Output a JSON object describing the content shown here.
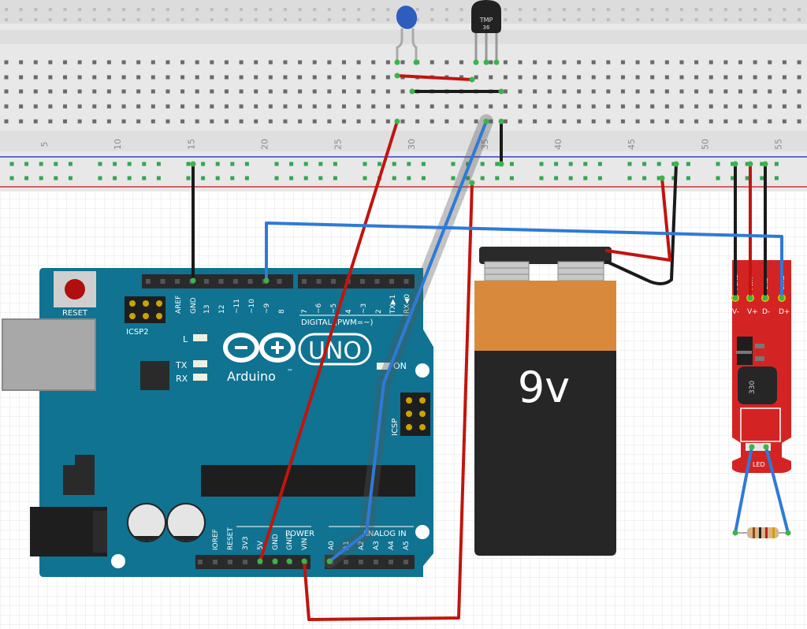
{
  "breadboard": {
    "column_labels": [
      "5",
      "10",
      "15",
      "20",
      "25",
      "30",
      "35",
      "40",
      "45",
      "50",
      "55"
    ]
  },
  "arduino": {
    "brand": "Arduino",
    "model": "UNO",
    "trademark": "™",
    "reset_label": "RESET",
    "icsp2_label": "ICSP2",
    "icsp_label": "ICSP",
    "led_l": "L",
    "led_tx": "TX",
    "led_rx": "RX",
    "led_on": "ON",
    "digital_label": "DIGITAL (PWM=~)",
    "power_label": "POWER",
    "analog_label": "ANALOG IN",
    "top_pins": [
      "AREF",
      "GND",
      "13",
      "12",
      "~11",
      "~10",
      "~9",
      "8",
      "7",
      "~6",
      "~5",
      "4",
      "~3",
      "2",
      "TX▶1",
      "RX◀0"
    ],
    "power_pins": [
      "IOREF",
      "RESET",
      "3V3",
      "5V",
      "GND",
      "GND",
      "VIN"
    ],
    "analog_pins": [
      "A0",
      "A1",
      "A2",
      "A3",
      "A4",
      "A5"
    ]
  },
  "battery": {
    "label": "9v"
  },
  "sensor": {
    "line1": "TMP",
    "line2": "36"
  },
  "driver": {
    "top_pins": [
      "PGND",
      "PWR",
      "GND",
      "CTRL"
    ],
    "bottom_pins": [
      "V-",
      "V+",
      "D-",
      "D+"
    ],
    "inductor_code": "330",
    "led_label": "LED"
  },
  "colors": {
    "board_blue": "#0f7391",
    "wire_red": "#c0150f",
    "wire_black": "#1a1a1a",
    "wire_blue": "#2f7ad6",
    "battery_orange": "#d8893c",
    "driver_red": "#d32423",
    "breadboard": "#e9e9e9"
  }
}
